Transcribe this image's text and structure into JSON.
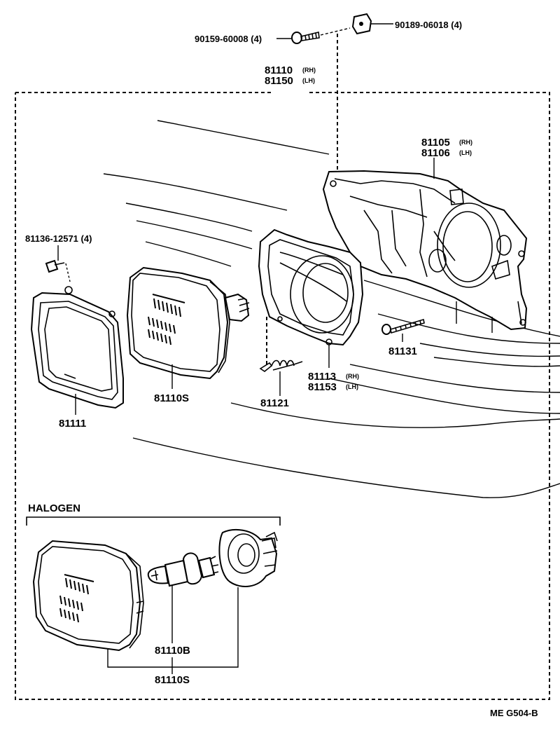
{
  "labels": {
    "p90159": "90159-60008 (4)",
    "p90189": "90189-06018 (4)",
    "p81110": "81110",
    "p81110_side": "(RH)",
    "p81150": "81150",
    "p81150_side": "(LH)",
    "p81105": "81105",
    "p81105_side": "(RH)",
    "p81106": "81106",
    "p81106_side": "(LH)",
    "p81136": "81136-12571 (4)",
    "p81131": "81131",
    "p81113": "81113",
    "p81113_side": "(RH)",
    "p81153": "81153",
    "p81153_side": "(LH)",
    "p81121": "81121",
    "p81110S_top": "81110S",
    "p81111": "81111",
    "halogen": "HALOGEN",
    "p81110B": "81110B",
    "p81110S_bottom": "81110S",
    "code": "ME  G504-B"
  }
}
